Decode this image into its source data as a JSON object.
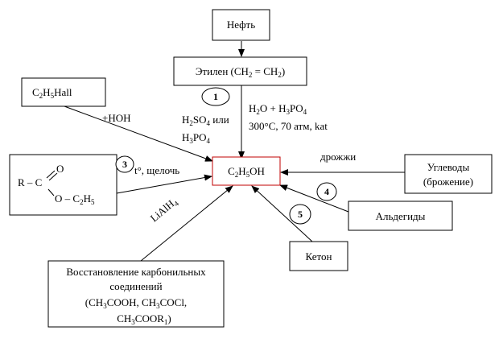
{
  "nodes": {
    "oil": "Нефть",
    "ethylene": {
      "prefix": "Этилен (CH",
      "sub1": "2",
      "mid": " = CH",
      "sub2": "2",
      "suffix": ")"
    },
    "ethyl_halide": {
      "a": "C",
      "s1": "2",
      "b": "H",
      "s2": "5",
      "c": "Hall"
    },
    "ester": {
      "r": "R – C",
      "o_top": "O",
      "o_bottom": "O – C",
      "sub1": "2",
      "h": "H",
      "sub2": "5"
    },
    "ethanol": {
      "a": "C",
      "s1": "2",
      "b": "H",
      "s2": "5",
      "c": "OH"
    },
    "carbohydrates": [
      "Углеводы",
      "(брожение)"
    ],
    "aldehydes": "Альдегиды",
    "ketone": "Кетон",
    "carbonyl_reduction": {
      "line1": "Восстановление карбонильных",
      "line2": "соединений",
      "line3": [
        "(CH",
        "3",
        "COOH, CH",
        "3",
        "COCl,"
      ],
      "line4": [
        "CH",
        "3",
        "COOR",
        "1",
        ")"
      ]
    }
  },
  "edge_labels": {
    "hoh": "+HOH",
    "acid_catalyst": {
      "h": "H",
      "s1": "2",
      "so": "SO",
      "s2": "4",
      "or": " или",
      "h2": "H",
      "s3": "3",
      "po": "PO",
      "s4": "4"
    },
    "hydration": {
      "line1": [
        "H",
        "2",
        "O + H",
        "3",
        "PO",
        "4"
      ],
      "line2": "300°C, 70 атм, kat"
    },
    "alkali": "t°, щелочь",
    "yeast": "дрожжи",
    "lialh4": [
      "LiAlH",
      "4"
    ]
  },
  "step_numbers": [
    "1",
    "3",
    "4",
    "5"
  ]
}
